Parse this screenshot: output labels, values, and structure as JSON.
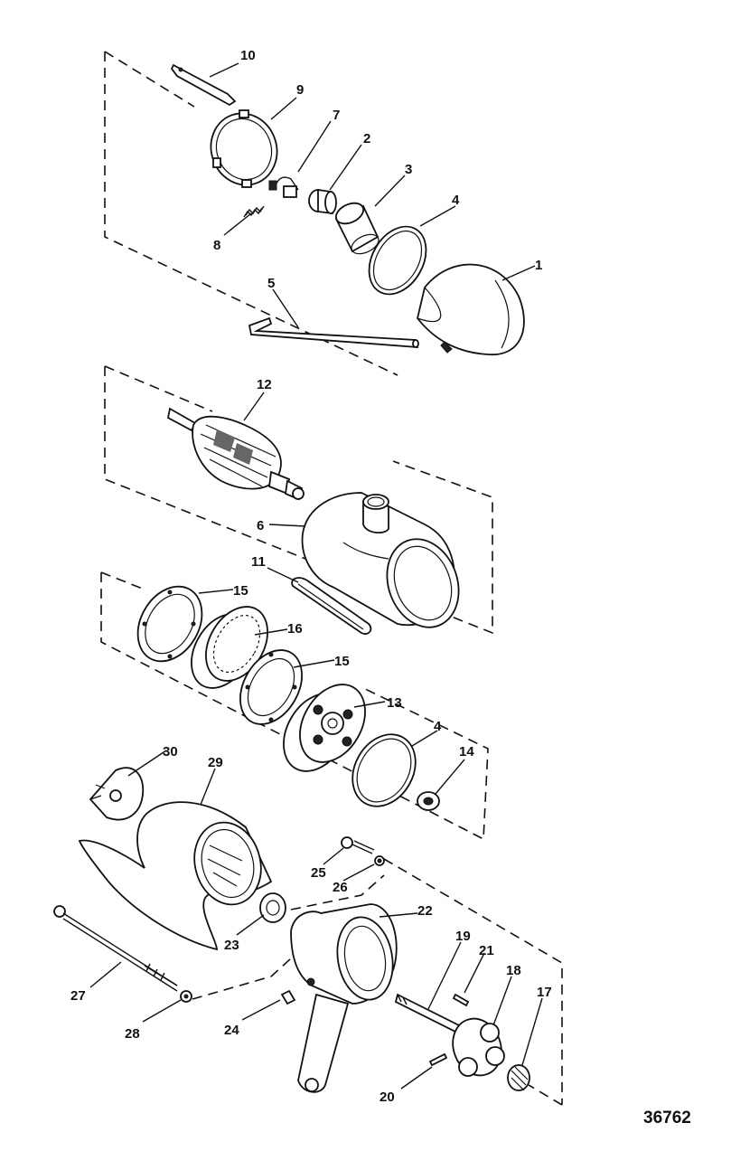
{
  "diagram": {
    "figure_number": "36762",
    "callouts": [
      {
        "id": "c10",
        "label": "10",
        "part": "strap"
      },
      {
        "id": "c9",
        "label": "9",
        "part": "retaining-ring"
      },
      {
        "id": "c7",
        "label": "7",
        "part": "brush-lead"
      },
      {
        "id": "c2",
        "label": "2",
        "part": "bushing"
      },
      {
        "id": "c3",
        "label": "3",
        "part": "sleeve"
      },
      {
        "id": "c4a",
        "label": "4",
        "part": "o-ring-top"
      },
      {
        "id": "c1",
        "label": "1",
        "part": "nose-cone"
      },
      {
        "id": "c8",
        "label": "8",
        "part": "spring"
      },
      {
        "id": "c5",
        "label": "5",
        "part": "rod"
      },
      {
        "id": "c12",
        "label": "12",
        "part": "armature"
      },
      {
        "id": "c6",
        "label": "6",
        "part": "motor-housing"
      },
      {
        "id": "c11",
        "label": "11",
        "part": "gasket"
      },
      {
        "id": "c15a",
        "label": "15",
        "part": "thrust-washer-1"
      },
      {
        "id": "c16",
        "label": "16",
        "part": "magnet-ring"
      },
      {
        "id": "c15b",
        "label": "15",
        "part": "thrust-washer-2"
      },
      {
        "id": "c13",
        "label": "13",
        "part": "end-bell"
      },
      {
        "id": "c4b",
        "label": "4",
        "part": "o-ring-mid"
      },
      {
        "id": "c14",
        "label": "14",
        "part": "seal"
      },
      {
        "id": "c30",
        "label": "30",
        "part": "washer-plate"
      },
      {
        "id": "c29",
        "label": "29",
        "part": "propeller"
      },
      {
        "id": "c25",
        "label": "25",
        "part": "screw"
      },
      {
        "id": "c26",
        "label": "26",
        "part": "washer"
      },
      {
        "id": "c22",
        "label": "22",
        "part": "lower-housing"
      },
      {
        "id": "c23",
        "label": "23",
        "part": "seal-lower"
      },
      {
        "id": "c19",
        "label": "19",
        "part": "shaft"
      },
      {
        "id": "c21",
        "label": "21",
        "part": "pin"
      },
      {
        "id": "c18",
        "label": "18",
        "part": "planet-carrier"
      },
      {
        "id": "c27",
        "label": "27",
        "part": "through-bolt"
      },
      {
        "id": "c17",
        "label": "17",
        "part": "sun-gear"
      },
      {
        "id": "c28",
        "label": "28",
        "part": "washer-bolt"
      },
      {
        "id": "c24",
        "label": "24",
        "part": "set-screw"
      },
      {
        "id": "c20",
        "label": "20",
        "part": "drive-pin"
      }
    ]
  }
}
